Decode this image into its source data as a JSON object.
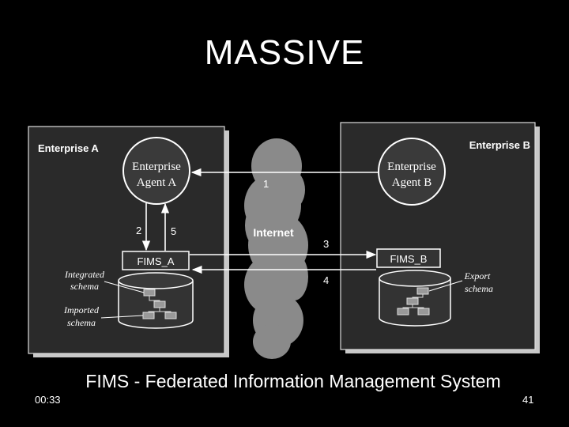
{
  "slide": {
    "title": "MASSIVE",
    "caption": "FIMS - Federated Information Management System",
    "timestamp": "00:33",
    "page_number": "41"
  },
  "diagram": {
    "enterprise_a": {
      "label": "Enterprise A",
      "agent_line1": "Enterprise",
      "agent_line2": "Agent A",
      "fims_label": "FIMS_A",
      "integrated_schema_line1": "Integrated",
      "integrated_schema_line2": "schema",
      "imported_schema_line1": "Imported",
      "imported_schema_line2": "schema"
    },
    "enterprise_b": {
      "label": "Enterprise B",
      "agent_line1": "Enterprise",
      "agent_line2": "Agent B",
      "fims_label": "FIMS_B",
      "export_schema_line1": "Export",
      "export_schema_line2": "schema"
    },
    "network_label": "Internet",
    "steps": [
      "1",
      "2",
      "3",
      "4",
      "5"
    ]
  }
}
